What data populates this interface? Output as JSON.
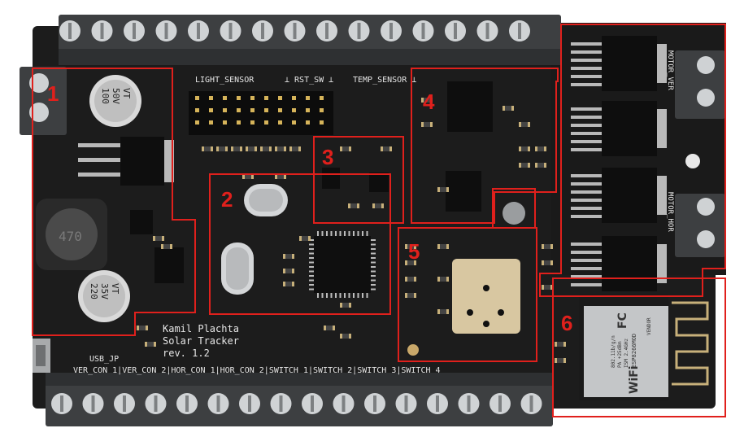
{
  "board": {
    "author": "Kamil Plachta",
    "project": "Solar Tracker",
    "revision": "rev. 1.2"
  },
  "regions": [
    {
      "label": "1"
    },
    {
      "label": "2"
    },
    {
      "label": "3"
    },
    {
      "label": "4"
    },
    {
      "label": "5"
    },
    {
      "label": "6"
    }
  ],
  "silkscreen": {
    "light_sensor": "LIGHT_SENSOR",
    "rst_sw": "⊥ RST_SW ⊥",
    "temp_sensor": "TEMP_SENSOR ⊥",
    "usb_jp": "USB_JP",
    "motor_ver": "MOTOR_VER",
    "motor_hor": "MOTOR_HOR",
    "bottom_labels": "VER_CON 1|VER_CON 2|HOR_CON 1|HOR_CON 2|SWITCH 1|SWITCH 2|SWITCH 3|SWITCH 4"
  },
  "components": {
    "cap_top": {
      "value": "100",
      "voltage": "50V",
      "series": "VT"
    },
    "cap_bottom": {
      "value": "220",
      "voltage": "35V",
      "series": "VT"
    },
    "inductor": "470",
    "esp_module": {
      "vendor": "VENDOR",
      "model": "ESP8266MOD",
      "line1": "ISM 2.4GHz",
      "line2": "PA +25dBm",
      "line3": "802.11b/g/n",
      "fcc": "FC",
      "wifi": "WiFi"
    }
  },
  "colors": {
    "pcb": "#1c1c1c",
    "terminal": "#3d3f41",
    "region_frame": "#e0201c",
    "region_label": "#e0201c",
    "silkscreen": "#e6e6e6",
    "pad": "#c7b07a"
  }
}
